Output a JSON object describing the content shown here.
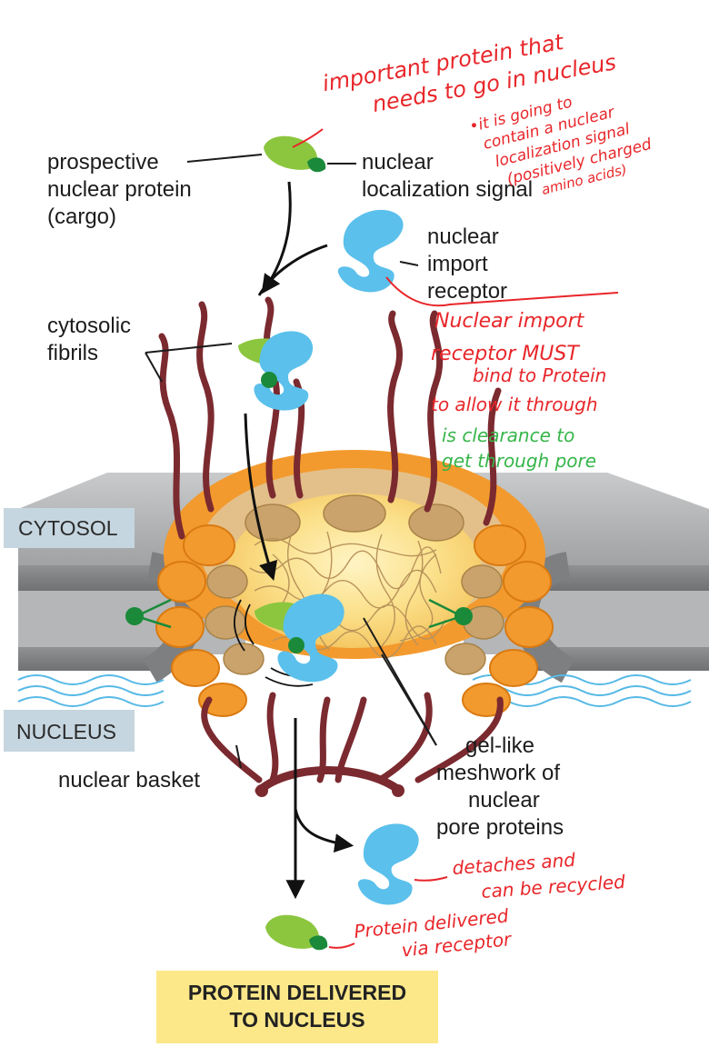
{
  "labels": {
    "prospective_line1": "prospective",
    "prospective_line2": "nuclear protein",
    "prospective_line3": "(cargo)",
    "nls_line1": "nuclear",
    "nls_line2": "localization signal",
    "receptor_line1": "nuclear",
    "receptor_line2": "import",
    "receptor_line3": "receptor",
    "fibrils_line1": "cytosolic",
    "fibrils_line2": "fibrils",
    "cytosol": "CYTOSOL",
    "nucleus": "NUCLEUS",
    "basket": "nuclear basket",
    "gel_line1": "gel-like",
    "gel_line2": "meshwork of",
    "gel_line3": "nuclear",
    "gel_line4": "pore proteins",
    "delivered_line1": "PROTEIN DELIVERED",
    "delivered_line2": "TO NUCLEUS"
  },
  "annotations": {
    "note1_line1": "important protein that",
    "note1_line2": "needs to go in nucleus",
    "note2_line1": "•it is going to",
    "note2_line2": "contain a nuclear",
    "note2_line3": "localization signal",
    "note2_line4": "(positively charged",
    "note2_line5": "amino acids)",
    "note3_line1": "Nuclear import",
    "note3_line2": "receptor MUST",
    "note3_line3": "bind to Protein",
    "note3_line4": "to allow it through",
    "note4_line1": "is clearance to",
    "note4_line2": "get through pore",
    "note5_line1": "detaches and",
    "note5_line2": "can be recycled",
    "note6_line1": "Protein delivered",
    "note6_line2": "via receptor"
  },
  "colors": {
    "cargo": "#8cc63f",
    "nls": "#1a8a3a",
    "receptor": "#5bc0eb",
    "fibril": "#7b2a2f",
    "membrane": "#a9abac",
    "pore_orange": "#f39a2e",
    "pore_tan": "#c9a36b",
    "label_box": "#c6d6e0",
    "final_box": "#fce889",
    "ink_red": "#e8262a",
    "ink_green": "#36b54a"
  }
}
